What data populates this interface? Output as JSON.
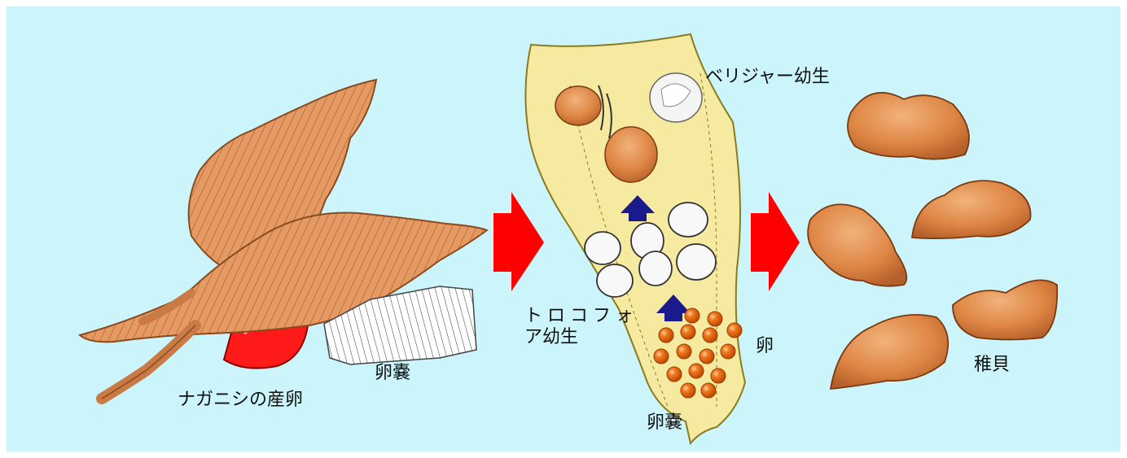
{
  "labels": {
    "spawning": "ナガニシの産卵",
    "egg_capsule_left": "卵嚢",
    "trochophore_line1": "トロコフォ",
    "trochophore_line2": "ア幼生",
    "veliger": "ベリジャー幼生",
    "egg": "卵",
    "egg_capsule_bottom": "卵嚢",
    "juvenile": "稚貝"
  },
  "colors": {
    "background": "#ccf5fb",
    "shell": "#e0935a",
    "capsule": "#f6eaa0",
    "arrow": "#ff0000",
    "blue_arrow": "#1a1a8c",
    "egg": "#ee6a10",
    "juvenile_shell": "#df8a45"
  },
  "icons": [
    "red-arrow-icon",
    "blue-arrow-icon"
  ]
}
